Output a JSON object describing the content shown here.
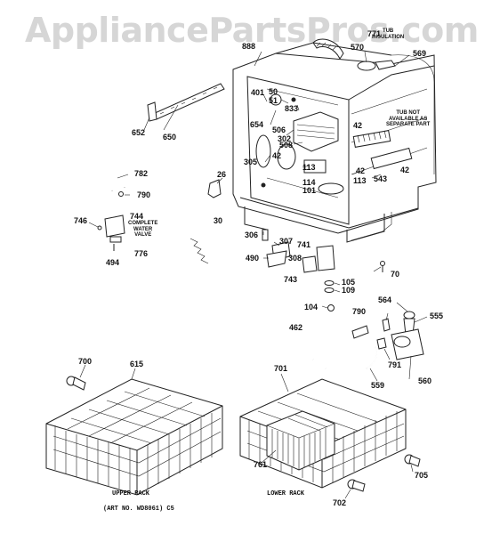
{
  "watermark": "AppliancePartsPros.com",
  "parts": [
    {
      "id": "p888",
      "label": "888"
    },
    {
      "id": "p771",
      "label": "771"
    },
    {
      "id": "p570",
      "label": "570"
    },
    {
      "id": "p569",
      "label": "569"
    },
    {
      "id": "p401",
      "label": "401"
    },
    {
      "id": "p50",
      "label": "50"
    },
    {
      "id": "p51",
      "label": "51"
    },
    {
      "id": "p833",
      "label": "833"
    },
    {
      "id": "p652",
      "label": "652"
    },
    {
      "id": "p650",
      "label": "650"
    },
    {
      "id": "p506",
      "label": "506"
    },
    {
      "id": "p654",
      "label": "654"
    },
    {
      "id": "p302",
      "label": "302"
    },
    {
      "id": "p508",
      "label": "508"
    },
    {
      "id": "p42a",
      "label": "42"
    },
    {
      "id": "p42b",
      "label": "42"
    },
    {
      "id": "p42c",
      "label": "42"
    },
    {
      "id": "p42d",
      "label": "42"
    },
    {
      "id": "p305",
      "label": "305"
    },
    {
      "id": "p113a",
      "label": "113"
    },
    {
      "id": "p113b",
      "label": "113"
    },
    {
      "id": "p114",
      "label": "114"
    },
    {
      "id": "p101",
      "label": "101"
    },
    {
      "id": "p543",
      "label": "543"
    },
    {
      "id": "p782",
      "label": "782"
    },
    {
      "id": "p790a",
      "label": "790"
    },
    {
      "id": "p26",
      "label": "26"
    },
    {
      "id": "p746",
      "label": "746"
    },
    {
      "id": "p744",
      "label": "744"
    },
    {
      "id": "p30",
      "label": "30"
    },
    {
      "id": "p306",
      "label": "306"
    },
    {
      "id": "p307",
      "label": "307"
    },
    {
      "id": "p741",
      "label": "741"
    },
    {
      "id": "p776",
      "label": "776"
    },
    {
      "id": "p494",
      "label": "494"
    },
    {
      "id": "p490",
      "label": "490"
    },
    {
      "id": "p308",
      "label": "308"
    },
    {
      "id": "p70",
      "label": "70"
    },
    {
      "id": "p743",
      "label": "743"
    },
    {
      "id": "p105",
      "label": "105"
    },
    {
      "id": "p109",
      "label": "109"
    },
    {
      "id": "p564",
      "label": "564"
    },
    {
      "id": "p104",
      "label": "104"
    },
    {
      "id": "p790b",
      "label": "790"
    },
    {
      "id": "p555",
      "label": "555"
    },
    {
      "id": "p462",
      "label": "462"
    },
    {
      "id": "p791",
      "label": "791"
    },
    {
      "id": "p700",
      "label": "700"
    },
    {
      "id": "p615",
      "label": "615"
    },
    {
      "id": "p701",
      "label": "701"
    },
    {
      "id": "p559",
      "label": "559"
    },
    {
      "id": "p560",
      "label": "560"
    },
    {
      "id": "p761",
      "label": "761"
    },
    {
      "id": "p705",
      "label": "705"
    },
    {
      "id": "p702",
      "label": "702"
    }
  ],
  "notes": {
    "tub_insulation": "TUB\nINSULATION",
    "tub_not_available": "TUB NOT\nAVAILABLE AS\nSEPARATE PART",
    "complete_water_valve": "COMPLETE\nWATER\nVALVE"
  },
  "captions": {
    "upper_rack": "UPPER RACK",
    "lower_rack": "LOWER RACK",
    "art_no": "(ART NO. WD8061) C5"
  }
}
